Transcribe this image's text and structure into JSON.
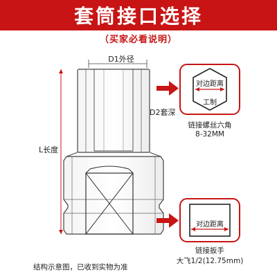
{
  "header": {
    "title": "套筒接口选择",
    "subtitle": "（买家必看说明）",
    "bg_color": "#c81414"
  },
  "dimensions": {
    "d1": "D1外径",
    "d2": "D2套深",
    "length": "L长度"
  },
  "hex_spec": {
    "top_text": "对边距离",
    "bottom_text": "工制",
    "name": "链接螺丝六角",
    "size": "8-32MM"
  },
  "square_spec": {
    "top_text": "对边距离",
    "name": "链接扳手",
    "size": "大飞1/2(12.75mm)"
  },
  "footnote": "结构示意图，已收到实物为准",
  "colors": {
    "accent": "#c81414",
    "line": "#444444"
  },
  "icons": [
    "right-arrow-icon",
    "hexagon-icon",
    "square-icon"
  ]
}
